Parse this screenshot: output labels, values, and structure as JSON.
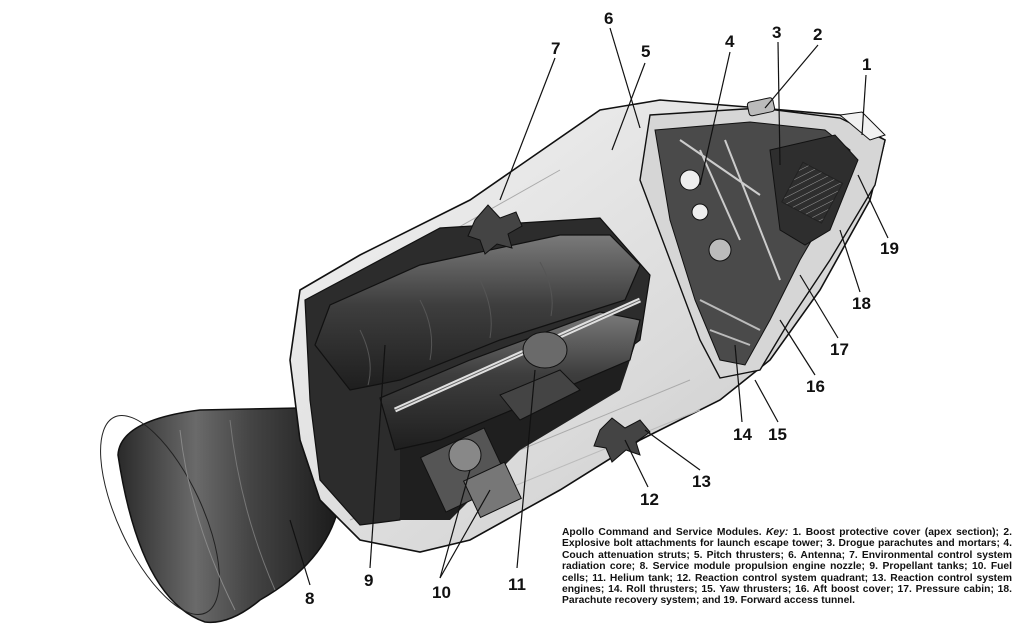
{
  "labels": {
    "n1": "1",
    "n2": "2",
    "n3": "3",
    "n4": "4",
    "n5": "5",
    "n6": "6",
    "n7": "7",
    "n8": "8",
    "n9": "9",
    "n10": "10",
    "n11": "11",
    "n12": "12",
    "n13": "13",
    "n14": "14",
    "n15": "15",
    "n16": "16",
    "n17": "17",
    "n18": "18",
    "n19": "19"
  },
  "caption": {
    "title": "Apollo Command and Service Modules.",
    "key_word": "Key:",
    "body": "1. Boost protective cover (apex section); 2. Explosive bolt attachments for launch escape tower; 3. Drogue parachutes and mortars; 4. Couch attenuation struts; 5. Pitch thrusters; 6. Antenna; 7. Environmental control system radiation core; 8. Service module propulsion engine nozzle; 9. Propellant tanks; 10. Fuel cells; 11. Helium tank; 12. Reaction control system quadrant; 13. Reaction control system engines; 14. Roll thrusters; 15. Yaw thrusters; 16. Aft boost cover; 17. Pressure cabin; 18. Parachute recovery system; and 19. Forward access tunnel."
  },
  "colors": {
    "ink": "#111111",
    "hull": "#e8e8e8",
    "shadow": "#3a3a3a",
    "dark": "#1c1c1c"
  }
}
